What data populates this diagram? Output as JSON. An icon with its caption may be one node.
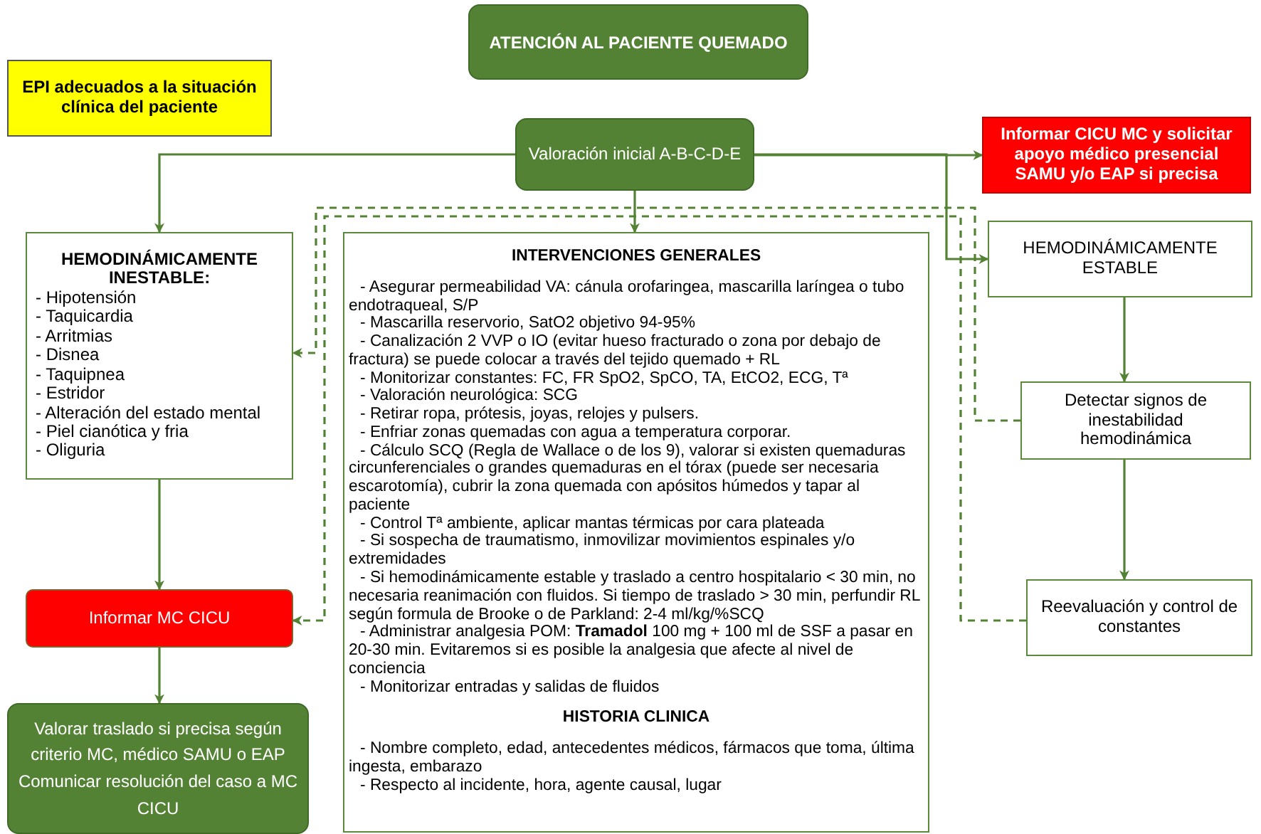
{
  "diagram": {
    "title": "ATENCIÓN AL PACIENTE QUEMADO",
    "nodes": [
      {
        "text": [
          "EPI adecuados a la situación clínica del paciente"
        ]
      },
      {
        "text": [
          "Valoración inicial A-B-C-D-E"
        ]
      },
      {
        "text": [
          "Informar CICU MC y solicitar apoyo médico presencial SAMU y/o EAP si precisa"
        ]
      },
      {
        "text": [
          "**HEMODINÁMICAMENTE INESTABLE**:",
          "- Hipotensión",
          "- Taquicardia",
          "- Arritmias",
          "- Disnea",
          "- Taquipnea",
          "- Estridor",
          "- Alteración del estado mental",
          "- Piel cianótica y fria",
          "- Oliguria"
        ]
      },
      {
        "text": [
          "INTERVENCIONES GENERALES",
          "- Asegurar permeabilidad VA: cánula orofaringea, mascarilla laríngea o tubo endotraqueal, S/P",
          "- Mascarilla reservorio, SatO2 objetivo 94-95%",
          "- Canalización 2 VVP o IO (evitar hueso fracturado o zona por debajo de fractura) se puede colocar a través del tejido quemado + RL",
          "- Monitorizar constantes: FC, FR SpO2, SpCO, TA, EtCO2, ECG, Tª",
          "- Valoración neurológica: SCG",
          "- Retirar ropa, prótesis, joyas, relojes y pulsers.",
          "- Enfriar zonas quemadas con agua a temperatura corporar.",
          "- Cálculo SCQ (Regla de Wallace o de los 9), valorar si existen quemaduras circunferenciales o grandes quemaduras en el tórax (puede ser necesaria escarotomía), cubrir la zona quemada con apósitos húmedos y tapar al paciente",
          "- Control Tª ambiente, aplicar mantas térmicas por cara plateada",
          "- Si sospecha de traumatismo, inmovilizar movimientos espinales y/o extremidades",
          "- Si hemodinámicamente estable y traslado a centro hospitalario < 30 min, no necesaria reanimación con fluidos. Si tiempo de traslado > 30 min, perfundir RL según formula de Brooke o de Parkland: 2-4 ml/kg/%SCQ",
          "- Administrar analgesia POM: **Tramadol** 100 mg + 100 ml de SSF a pasar en 20-30 min. Evitaremos si es posible la analgesia que afecte al nivel de conciencia",
          "- Monitorizar entradas y salidas de fluidos",
          "HISTORIA CLINICA",
          "- Nombre completo, edad, antecedentes médicos, fármacos que toma, última ingesta, embarazo",
          "- Respecto al incidente, hora, agente causal, lugar"
        ]
      },
      {
        "text": [
          "HEMODINÁMICAMENTE ESTABLE"
        ]
      },
      {
        "text": [
          "Detectar signos de inestabilidad hemodinámica"
        ]
      },
      {
        "text": [
          "Informar MC CICU"
        ]
      },
      {
        "text": [
          "Reevaluación y control de constantes"
        ]
      },
      {
        "text": [
          "Valorar traslado si precisa según criterio MC, médico SAMU o EAP",
          "Comunicar resolución del caso a MC CICU"
        ]
      }
    ],
    "edges": [
      {
        "from": 1,
        "to": 3,
        "arrow": "to"
      },
      {
        "from": 1,
        "to": 4,
        "arrow": "to"
      },
      {
        "from": 1,
        "to": 2,
        "arrow": "to"
      },
      {
        "from": 1,
        "to": 5,
        "arrow": "to"
      },
      {
        "from": 5,
        "to": 6,
        "arrow": "to"
      },
      {
        "from": 6,
        "to": 8,
        "arrow": "to"
      },
      {
        "from": 6,
        "to": 3,
        "arrow": "to",
        "style": "dashed"
      },
      {
        "from": 8,
        "to": 7,
        "arrow": "to",
        "style": "dashed"
      },
      {
        "from": 3,
        "to": 7,
        "arrow": "to"
      },
      {
        "from": 7,
        "to": 9,
        "arrow": "to"
      }
    ]
  }
}
